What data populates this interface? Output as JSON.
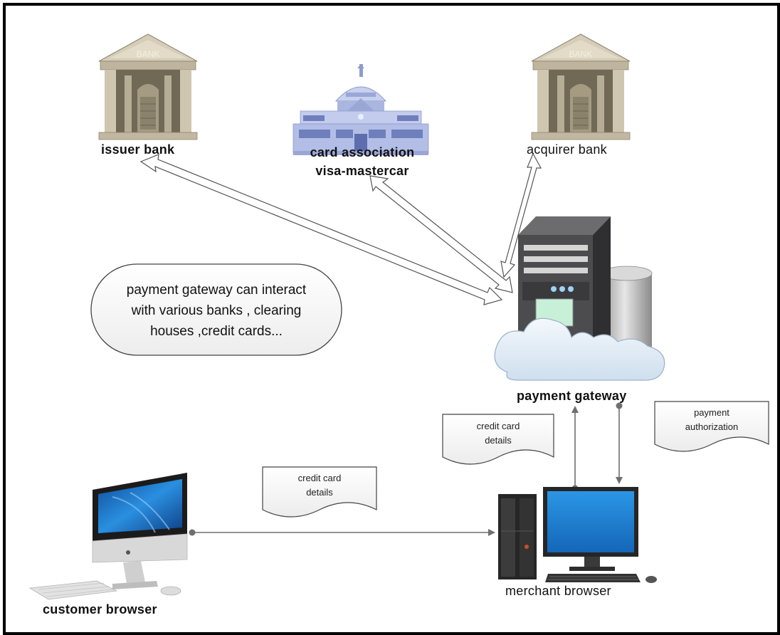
{
  "nodes": {
    "issuer": "issuer bank",
    "association_line1": "card association",
    "association_line2": "visa-mastercar",
    "acquirer": "acquirer bank",
    "gateway": "payment gateway",
    "customer": "customer browser",
    "merchant": "merchant browser"
  },
  "note": {
    "line1": "payment gateway can interact",
    "line2": "with various banks , clearing",
    "line3": "houses ,credit cards..."
  },
  "documents": {
    "customer_to_merchant": {
      "line1": "credit card",
      "line2": "details"
    },
    "merchant_to_gateway": {
      "line1": "credit card",
      "line2": "details"
    },
    "gateway_to_merchant": {
      "line1": "payment",
      "line2": "authorization"
    }
  },
  "bank_sign": "BANK",
  "colors": {
    "bank_stone": "#d2c9b4",
    "bank_dark": "#6f6756",
    "association": "#b9c4e6",
    "server": "#4a4a4c",
    "cloud": "#dfe9f3",
    "screen": "#1e7fd0",
    "arrow_gray": "#707070"
  }
}
